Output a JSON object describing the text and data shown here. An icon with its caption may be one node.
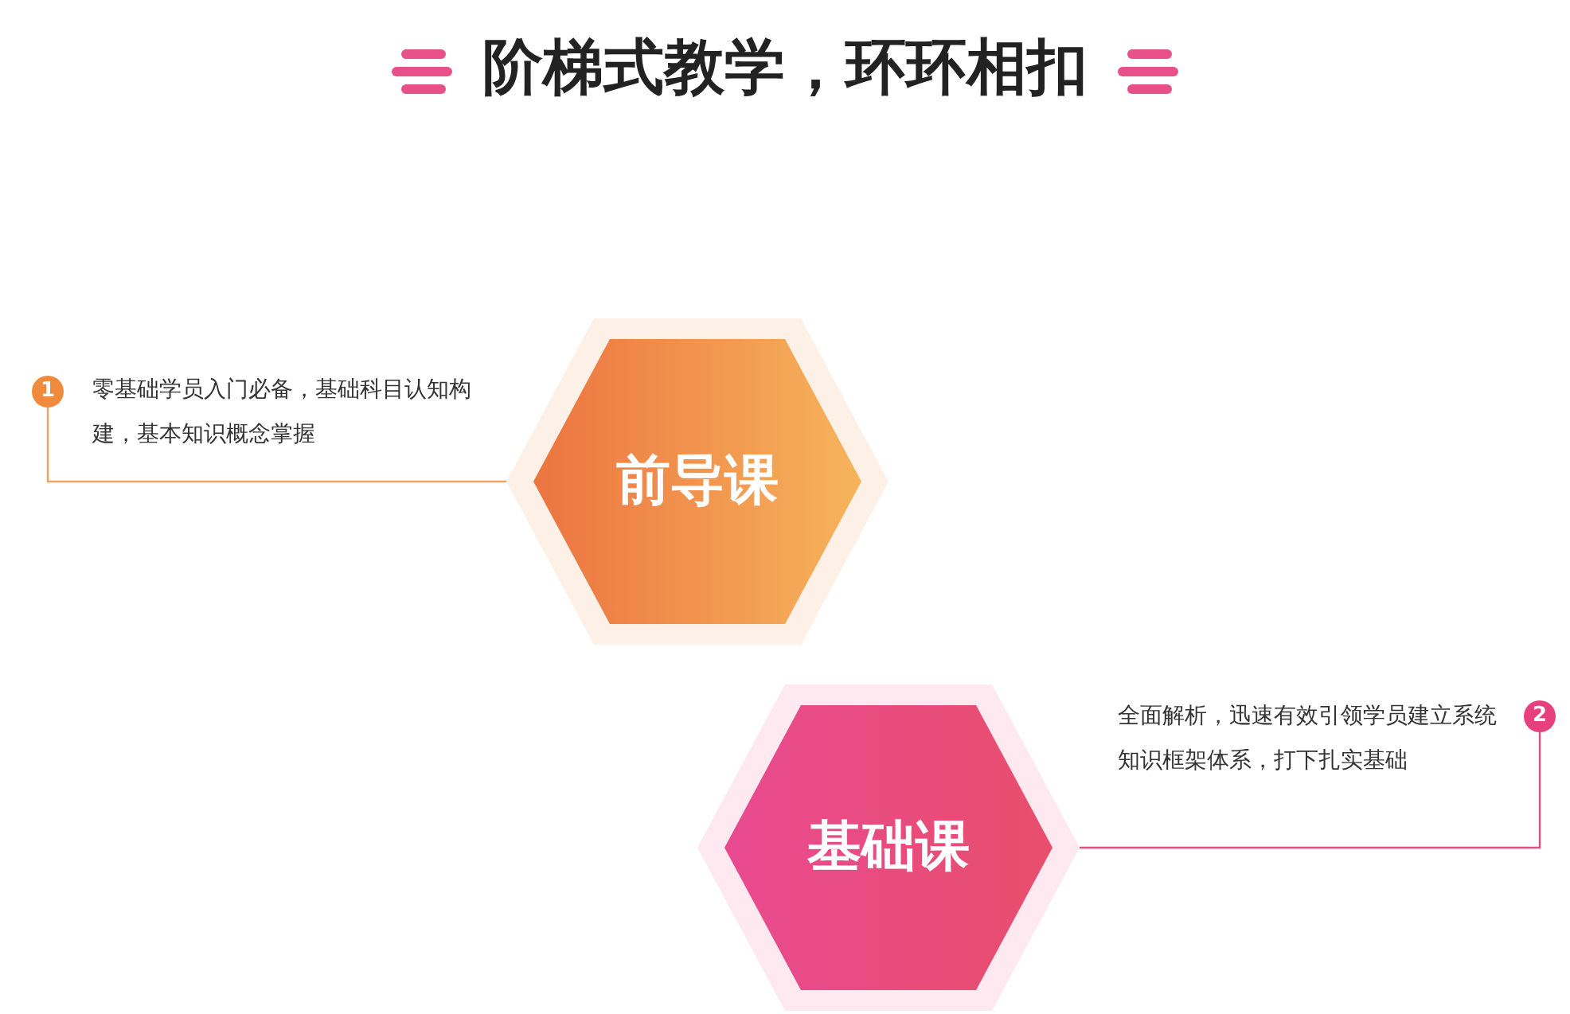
{
  "diagram": {
    "title": "阶梯式教学，环环相扣",
    "nodes": [
      {
        "text": [
          "前导课"
        ]
      },
      {
        "text": [
          "基础课"
        ]
      },
      {
        "text": [
          "1"
        ],
        "beside": [
          "零基础学员入门必备，基础科目认知构建，基本知识概念掌握"
        ]
      },
      {
        "text": [
          "2"
        ],
        "beside": [
          "全面解析，迅速有效引领学员建立系统知识框架体系，打下扎实基础"
        ]
      }
    ],
    "edges": [
      {
        "from": 2,
        "to": 0,
        "arrow": "none",
        "color": "#f0a262"
      },
      {
        "from": 3,
        "to": 1,
        "arrow": "none",
        "color": "#e84a82"
      }
    ]
  }
}
